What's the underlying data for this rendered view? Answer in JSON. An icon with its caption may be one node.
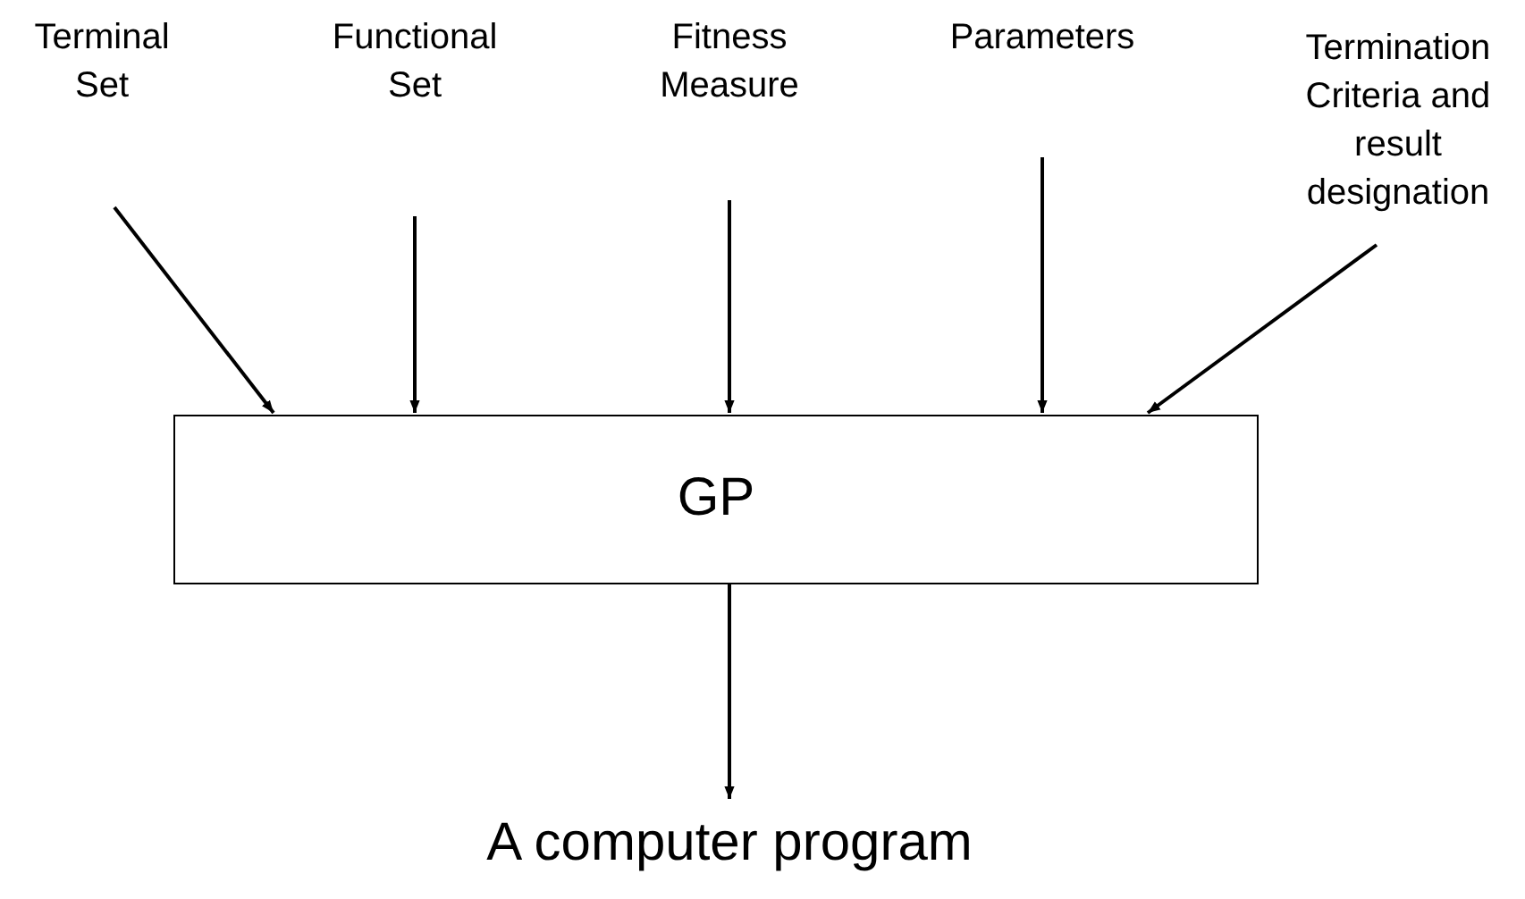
{
  "diagram": {
    "nodes": [
      {
        "text": [
          "Terminal Set"
        ]
      },
      {
        "text": [
          "Functional Set"
        ]
      },
      {
        "text": [
          "Fitness Measure"
        ]
      },
      {
        "text": [
          "Parameters"
        ]
      },
      {
        "text": [
          "Termination Criteria and result designation"
        ]
      },
      {
        "text": [
          "GP"
        ]
      },
      {
        "text": [
          "A computer program"
        ]
      }
    ],
    "edges": [
      {
        "from": 0,
        "to": 5,
        "arrow": "to"
      },
      {
        "from": 1,
        "to": 5,
        "arrow": "to"
      },
      {
        "from": 2,
        "to": 5,
        "arrow": "to"
      },
      {
        "from": 3,
        "to": 5,
        "arrow": "to"
      },
      {
        "from": 4,
        "to": 5,
        "arrow": "to"
      },
      {
        "from": 5,
        "to": 6,
        "arrow": "to"
      }
    ]
  }
}
